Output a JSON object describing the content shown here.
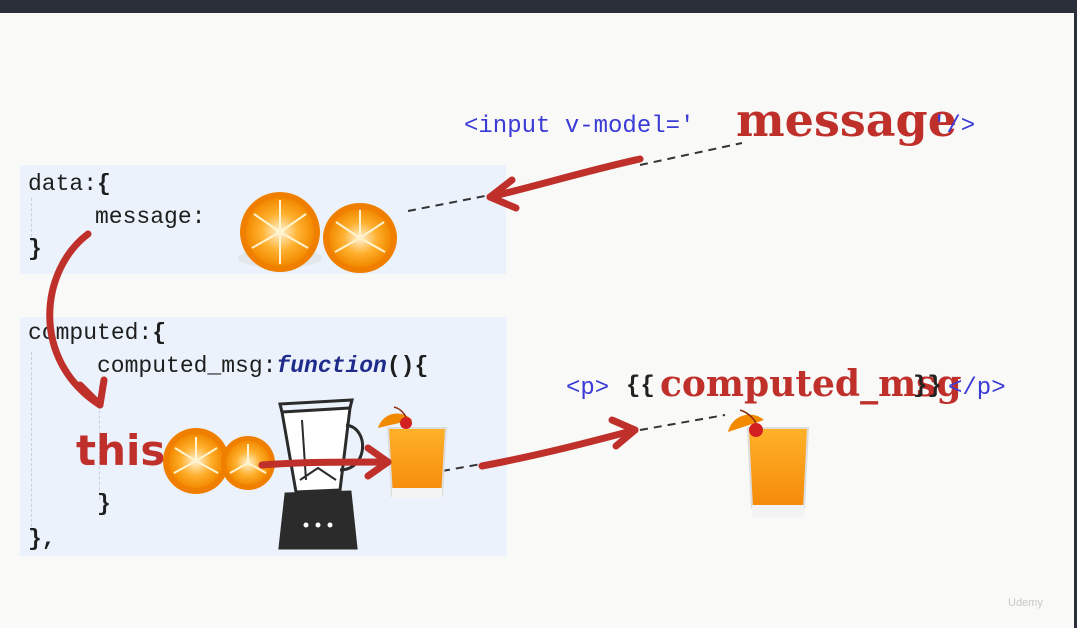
{
  "code_data": {
    "data_open": "data:",
    "message_key": "message:",
    "data_close": "}",
    "computed_open": "computed:",
    "computed_msg_key": "computed_msg:",
    "function_keyword": "function",
    "function_parens": "()",
    "inner_close": "}",
    "outer_close": "},"
  },
  "template_input": {
    "prefix": "<input v-model='",
    "highlight": "message",
    "suffix": "'/>"
  },
  "template_p": {
    "open_tag": "<p>",
    "mustache_open": "{{",
    "highlight": "computed_msg",
    "mustache_close": "}}",
    "close_tag": "</p>"
  },
  "annotation": {
    "this_label": "this."
  },
  "watermark": "Udemy",
  "colors": {
    "arrow_red": "#c0302b",
    "code_bg": "#ebf2fb",
    "tag_blue": "#3a3ad6",
    "keyword_blue": "#1e2b8a"
  },
  "icons": [
    "orange-halves-icon",
    "blender-icon",
    "orange-juice-glass-icon"
  ]
}
